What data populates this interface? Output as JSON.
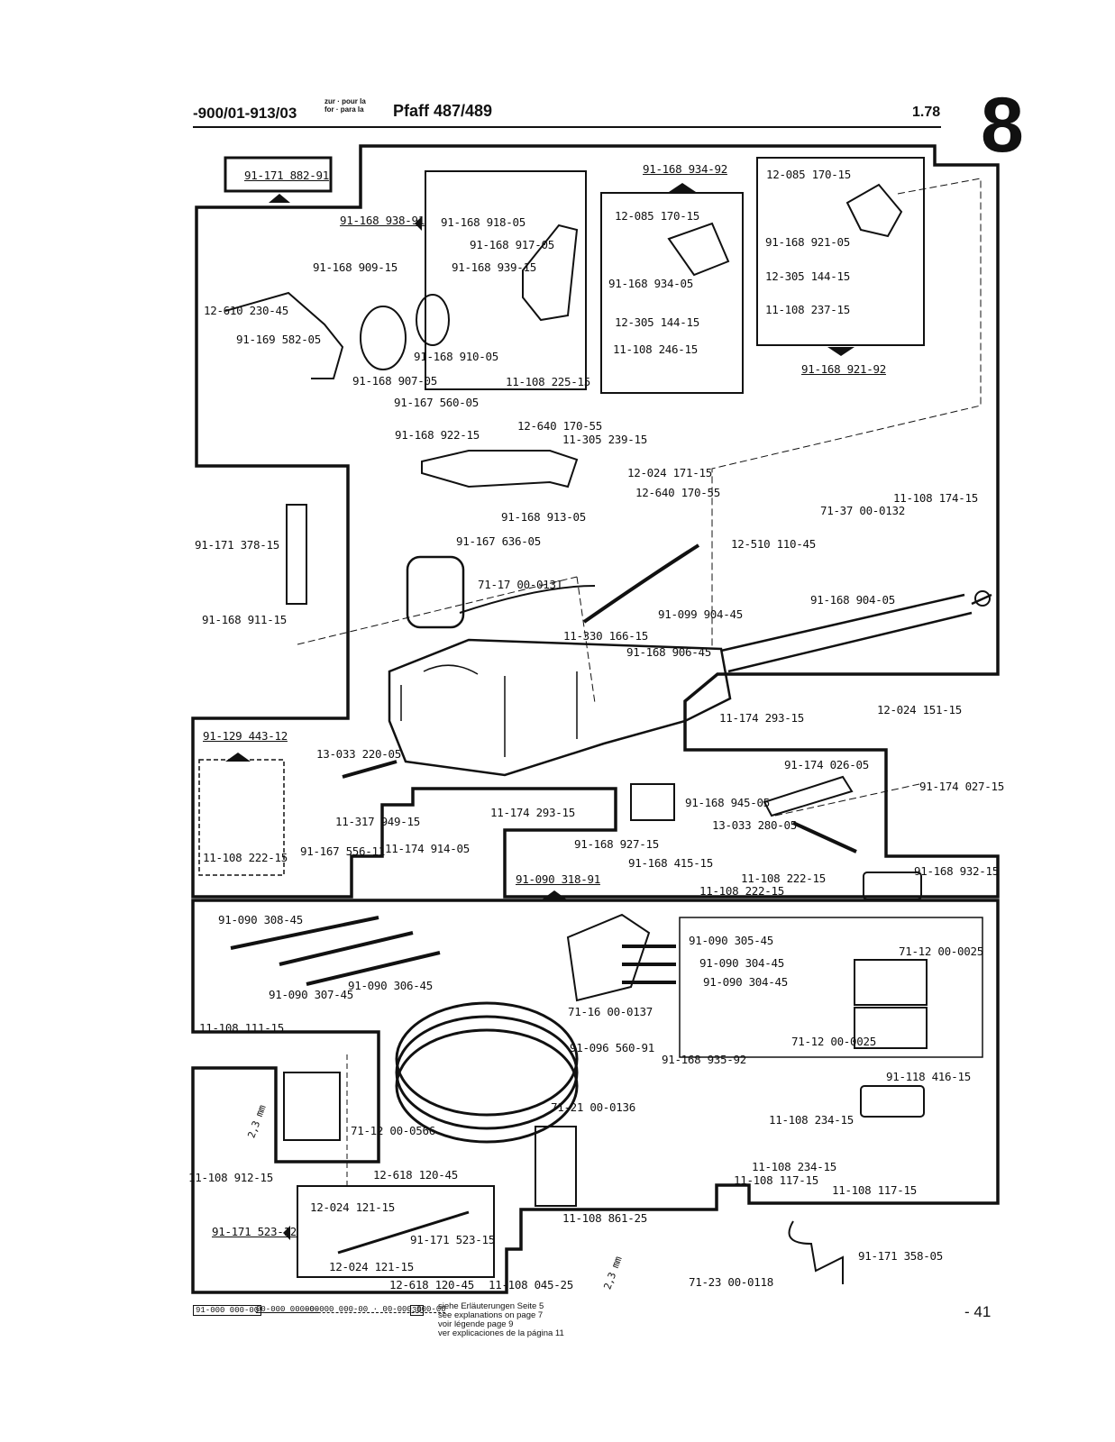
{
  "header": {
    "prefix": "-900/01-913/03",
    "zur_line": "zur · pour la",
    "for_line": "for · para la",
    "model": "Pfaff 487/489",
    "date": "1.78",
    "section_number": "8"
  },
  "labels": [
    {
      "id": "l1",
      "text": "91-171 882-91",
      "underline": true
    },
    {
      "id": "l2",
      "text": "91-168 938-91",
      "underline": true
    },
    {
      "id": "l3",
      "text": "91-168 918-05"
    },
    {
      "id": "l4",
      "text": "91-168 917-05"
    },
    {
      "id": "l5",
      "text": "91-168 939-15"
    },
    {
      "id": "l6",
      "text": "91-168 909-15"
    },
    {
      "id": "l7",
      "text": "12-610 230-45"
    },
    {
      "id": "l8",
      "text": "91-169 582-05"
    },
    {
      "id": "l9",
      "text": "91-168 910-05"
    },
    {
      "id": "l10",
      "text": "91-168 907-05"
    },
    {
      "id": "l11",
      "text": "11-108 225-15"
    },
    {
      "id": "l12",
      "text": "91-168 934-92",
      "underline": true
    },
    {
      "id": "l13",
      "text": "12-085 170-15"
    },
    {
      "id": "l14",
      "text": "91-168 934-05"
    },
    {
      "id": "l15",
      "text": "12-305 144-15"
    },
    {
      "id": "l16",
      "text": "11-108 246-15"
    },
    {
      "id": "l17",
      "text": "12-085 170-15"
    },
    {
      "id": "l18",
      "text": "91-168 921-05"
    },
    {
      "id": "l19",
      "text": "12-305 144-15"
    },
    {
      "id": "l20",
      "text": "11-108 237-15"
    },
    {
      "id": "l21",
      "text": "91-168 921-92",
      "underline": true
    },
    {
      "id": "l22",
      "text": "91-167 560-05"
    },
    {
      "id": "l23",
      "text": "12-640 170-55"
    },
    {
      "id": "l24",
      "text": "91-168 922-15"
    },
    {
      "id": "l25",
      "text": "11-305 239-15"
    },
    {
      "id": "l26",
      "text": "12-024 171-15"
    },
    {
      "id": "l27",
      "text": "12-640 170-55"
    },
    {
      "id": "l28",
      "text": "91-168 913-05"
    },
    {
      "id": "l29",
      "text": "11-108 174-15"
    },
    {
      "id": "l30",
      "text": "71-37 00-0132"
    },
    {
      "id": "l31",
      "text": "12-510 110-45"
    },
    {
      "id": "l32",
      "text": "91-171 378-15"
    },
    {
      "id": "l33",
      "text": "91-167 636-05"
    },
    {
      "id": "l34",
      "text": "71-17 00-0131"
    },
    {
      "id": "l35",
      "text": "91-099 904-45"
    },
    {
      "id": "l36",
      "text": "91-168 904-05"
    },
    {
      "id": "l37",
      "text": "91-168 911-15"
    },
    {
      "id": "l38",
      "text": "11-330 166-15"
    },
    {
      "id": "l39",
      "text": "91-168 906-45"
    },
    {
      "id": "l40",
      "text": "11-174 293-15"
    },
    {
      "id": "l41",
      "text": "12-024 151-15"
    },
    {
      "id": "l42",
      "text": "91-129 443-12",
      "underline": true
    },
    {
      "id": "l43",
      "text": "13-033 220-05"
    },
    {
      "id": "l44",
      "text": "91-174 026-05"
    },
    {
      "id": "l45",
      "text": "91-174 027-15"
    },
    {
      "id": "l46",
      "text": "11-317 949-15"
    },
    {
      "id": "l47",
      "text": "11-174 293-15"
    },
    {
      "id": "l48",
      "text": "91-168 945-05"
    },
    {
      "id": "l49",
      "text": "11-108 222-15"
    },
    {
      "id": "l50",
      "text": "91-167 556-11"
    },
    {
      "id": "l51",
      "text": "11-174 914-05"
    },
    {
      "id": "l52",
      "text": "91-168 927-15"
    },
    {
      "id": "l53",
      "text": "13-033 280-05"
    },
    {
      "id": "l54",
      "text": "91-168 415-15"
    },
    {
      "id": "l55",
      "text": "11-108 222-15"
    },
    {
      "id": "l56",
      "text": "11-108 222-15"
    },
    {
      "id": "l57",
      "text": "91-168 932-15"
    },
    {
      "id": "l58",
      "text": "91-090 318-91",
      "underline": true
    },
    {
      "id": "l59",
      "text": "91-090 308-45"
    },
    {
      "id": "l60",
      "text": "91-090 305-45"
    },
    {
      "id": "l61",
      "text": "91-090 304-45"
    },
    {
      "id": "l62",
      "text": "91-090 304-45"
    },
    {
      "id": "l63",
      "text": "71-12 00-0025"
    },
    {
      "id": "l64",
      "text": "91-090 307-45"
    },
    {
      "id": "l65",
      "text": "91-090 306-45"
    },
    {
      "id": "l66",
      "text": "71-16 00-0137"
    },
    {
      "id": "l67",
      "text": "71-12 00-0025"
    },
    {
      "id": "l68",
      "text": "11-108 111-15"
    },
    {
      "id": "l69",
      "text": "91-096 560-91"
    },
    {
      "id": "l70",
      "text": "91-168 935-92"
    },
    {
      "id": "l71",
      "text": "91-118 416-15"
    },
    {
      "id": "l72",
      "text": "71-21 00-0136"
    },
    {
      "id": "l73",
      "text": "11-108 234-15"
    },
    {
      "id": "l74",
      "text": "71-12 00-0566"
    },
    {
      "id": "l75",
      "text": "11-108 234-15"
    },
    {
      "id": "l76",
      "text": "11-108 117-15"
    },
    {
      "id": "l77",
      "text": "11-108 117-15"
    },
    {
      "id": "l78",
      "text": "11-108 912-15"
    },
    {
      "id": "l79",
      "text": "12-618 120-45"
    },
    {
      "id": "l80",
      "text": "12-024 121-15"
    },
    {
      "id": "l81",
      "text": "11-108 861-25"
    },
    {
      "id": "l82",
      "text": "91-171 523-12",
      "underline": true
    },
    {
      "id": "l83",
      "text": "91-171 523-15"
    },
    {
      "id": "l84",
      "text": "91-171 358-05"
    },
    {
      "id": "l85",
      "text": "12-024 121-15"
    },
    {
      "id": "l86",
      "text": "12-618 120-45"
    },
    {
      "id": "l87",
      "text": "11-108 045-25"
    },
    {
      "id": "l88",
      "text": "71-23 00-0118"
    },
    {
      "id": "l89",
      "text": "2,3 mm"
    },
    {
      "id": "l90",
      "text": "2,3 mm"
    }
  ],
  "marker_30": "30",
  "footer": {
    "symbols": [
      "91-000 000-00",
      "00-000 000-00",
      "00-000 000-00 · 00-000 000-00"
    ],
    "legend": [
      "siehe Erläuterungen Seite 5",
      "see explanations on page 7",
      "voir légende page 9",
      "ver explicaciones de la página 11"
    ],
    "page_number": "- 41"
  }
}
